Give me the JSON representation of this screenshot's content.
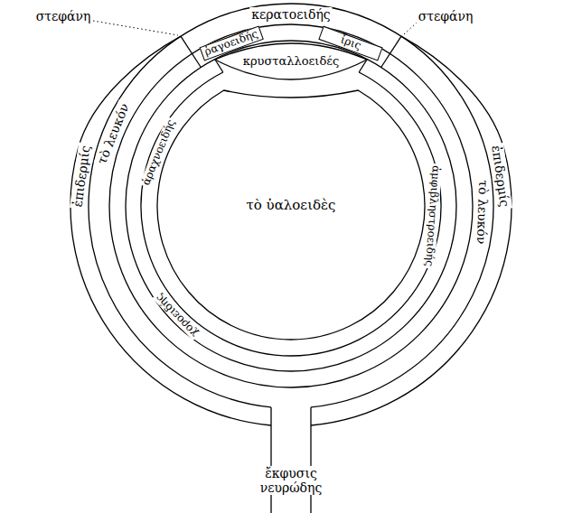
{
  "diagram": {
    "nodes": [
      {
        "text": [
          "ῥαγοειδής"
        ]
      },
      {
        "text": [
          "ἶρις"
        ]
      },
      {
        "text": [
          "κρυσταλλοειδές"
        ]
      },
      {
        "text": [
          "τὸ ὑαλοειδὲς"
        ]
      }
    ],
    "labels": [
      "στεφάνη",
      "κερατοειδής",
      "στεφάνη",
      "ἐπιδερμίς",
      "τὸ λευκόν",
      "ἀραχνοειδής",
      "ἀμφιβληστροειδής",
      "τὸ λευκόν",
      "ἐπιδερμίς",
      "χοροειδής",
      "ἔκφυσις νευρώδης"
    ]
  }
}
